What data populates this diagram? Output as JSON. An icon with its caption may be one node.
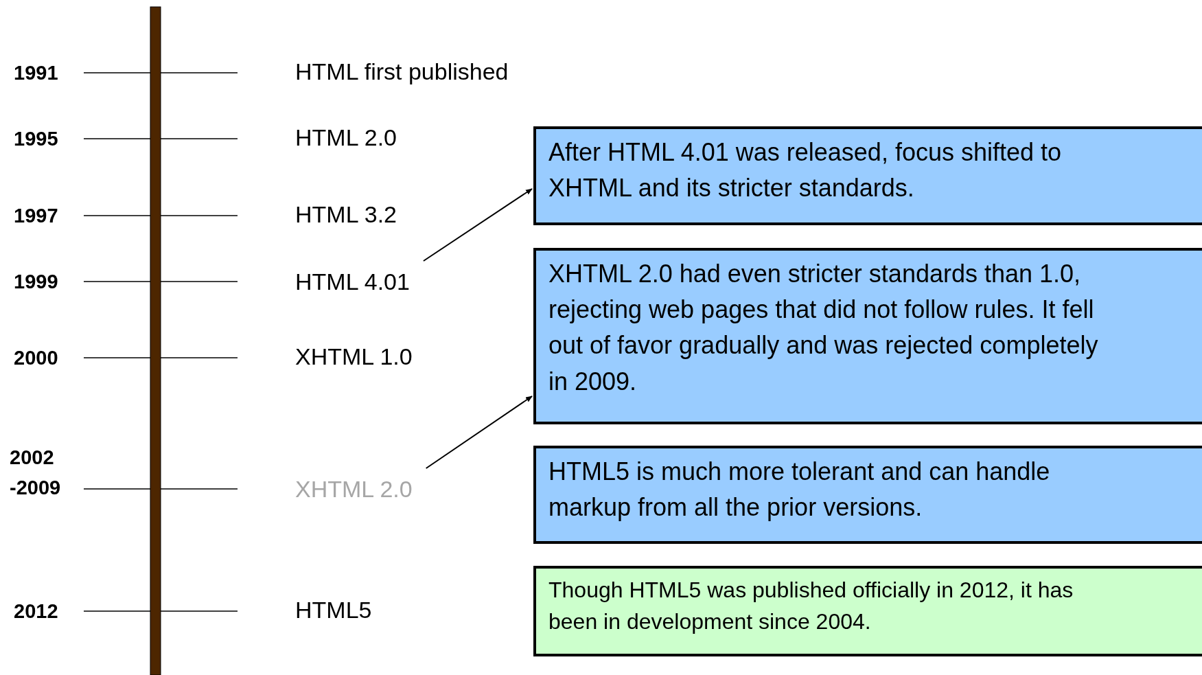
{
  "diagram": {
    "nodes": [
      {
        "text": [
          "After HTML 4.01 was released, focus shifted to XHTML and its stricter standards."
        ]
      },
      {
        "text": [
          "HTML 4.01"
        ]
      },
      {
        "text": [
          "XHTML 2.0 had even stricter standards than 1.0, rejecting web pages that did not follow rules.  It fell out of favor gradually and was rejected completely in 2009."
        ]
      },
      {
        "text": [
          "XHTML 2.0"
        ]
      },
      {
        "text": [
          "HTML5 is much more tolerant and can handle markup from all the prior versions."
        ]
      },
      {
        "text": [
          "Though HTML5 was published officially in 2012, it has been in development since 2004."
        ]
      }
    ],
    "edges": [
      {
        "from": 1,
        "to": 0,
        "arrow": "to"
      },
      {
        "from": 3,
        "to": 2,
        "arrow": "to"
      }
    ],
    "labels": [
      "1991",
      "HTML first published",
      "1995",
      "HTML 2.0",
      "1997",
      "HTML 3.2",
      "1999",
      "2000",
      "XHTML 1.0",
      "2002 -2009",
      "2012",
      "HTML5"
    ]
  }
}
